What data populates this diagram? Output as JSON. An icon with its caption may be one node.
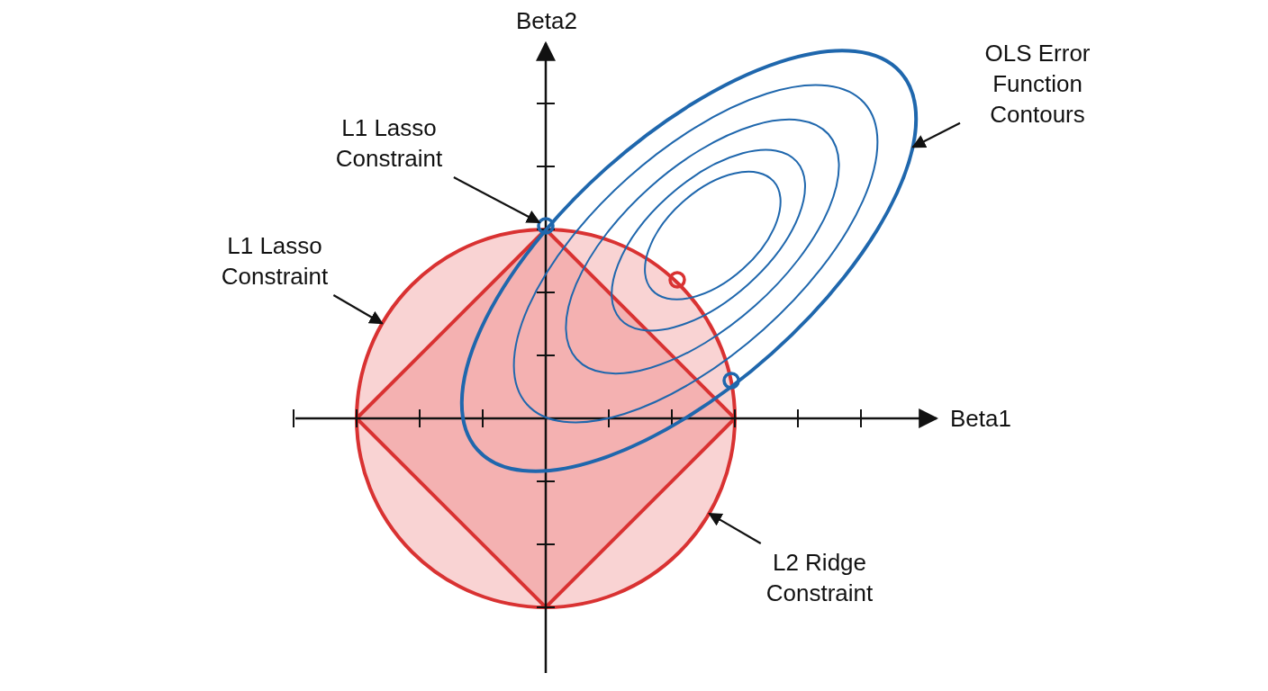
{
  "diagram": {
    "nodes": [
      {
        "text": [
          "OLS Error Function Contours"
        ]
      },
      {
        "text": [
          "L1 Lasso Constraint"
        ]
      },
      {
        "text": [
          "L1 Lasso Constraint"
        ]
      },
      {
        "text": [
          "L2 Ridge Constraint"
        ]
      },
      {
        "text": [],
        "shape": "ellipse"
      },
      {
        "text": [],
        "shape": "circle"
      },
      {
        "text": [],
        "shape": "circle"
      }
    ],
    "edges": [
      {
        "from": 0,
        "to": 4,
        "arrow": "to"
      },
      {
        "from": 1,
        "to": 5,
        "arrow": "to"
      },
      {
        "from": 2,
        "to": 6,
        "arrow": "to"
      },
      {
        "from": 3,
        "to": 6,
        "arrow": "to"
      }
    ],
    "labels": [
      "Beta2",
      "Beta1"
    ]
  }
}
